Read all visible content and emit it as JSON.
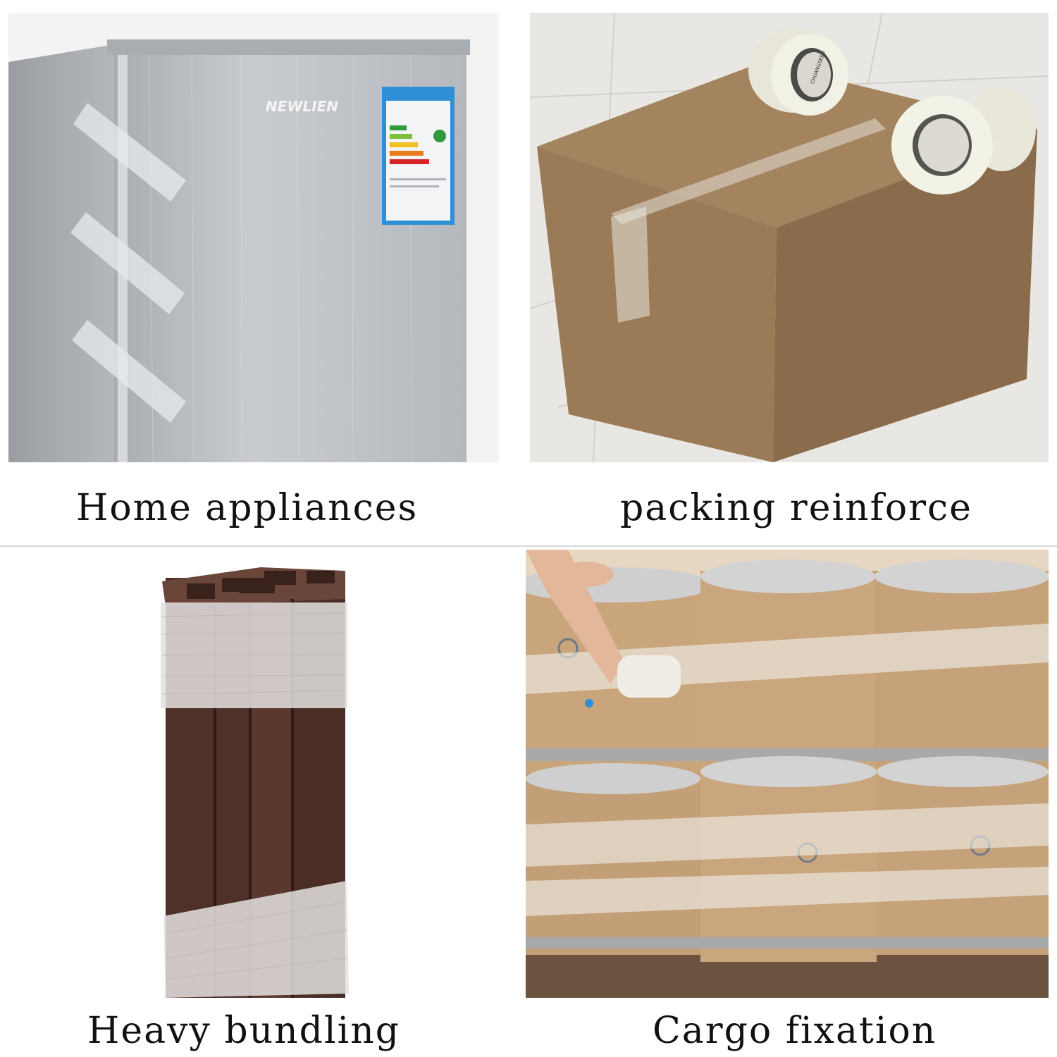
{
  "panels": [
    {
      "id": "home",
      "caption": "Home appliances",
      "brand_text": "NEWLIEN"
    },
    {
      "id": "packing",
      "caption": "packing reinforce",
      "tape_text": "CHUANGSEED"
    },
    {
      "id": "bundling",
      "caption": "Heavy bundling"
    },
    {
      "id": "cargo",
      "caption": "Cargo fixation"
    }
  ],
  "colors": {
    "fridge_steel": "#b9bcc0",
    "cardboard": "#9a7a5a",
    "rusty_steel": "#4a2e26",
    "drum_kraft": "#c9a57c",
    "label_blue": "#2f8fd6"
  }
}
